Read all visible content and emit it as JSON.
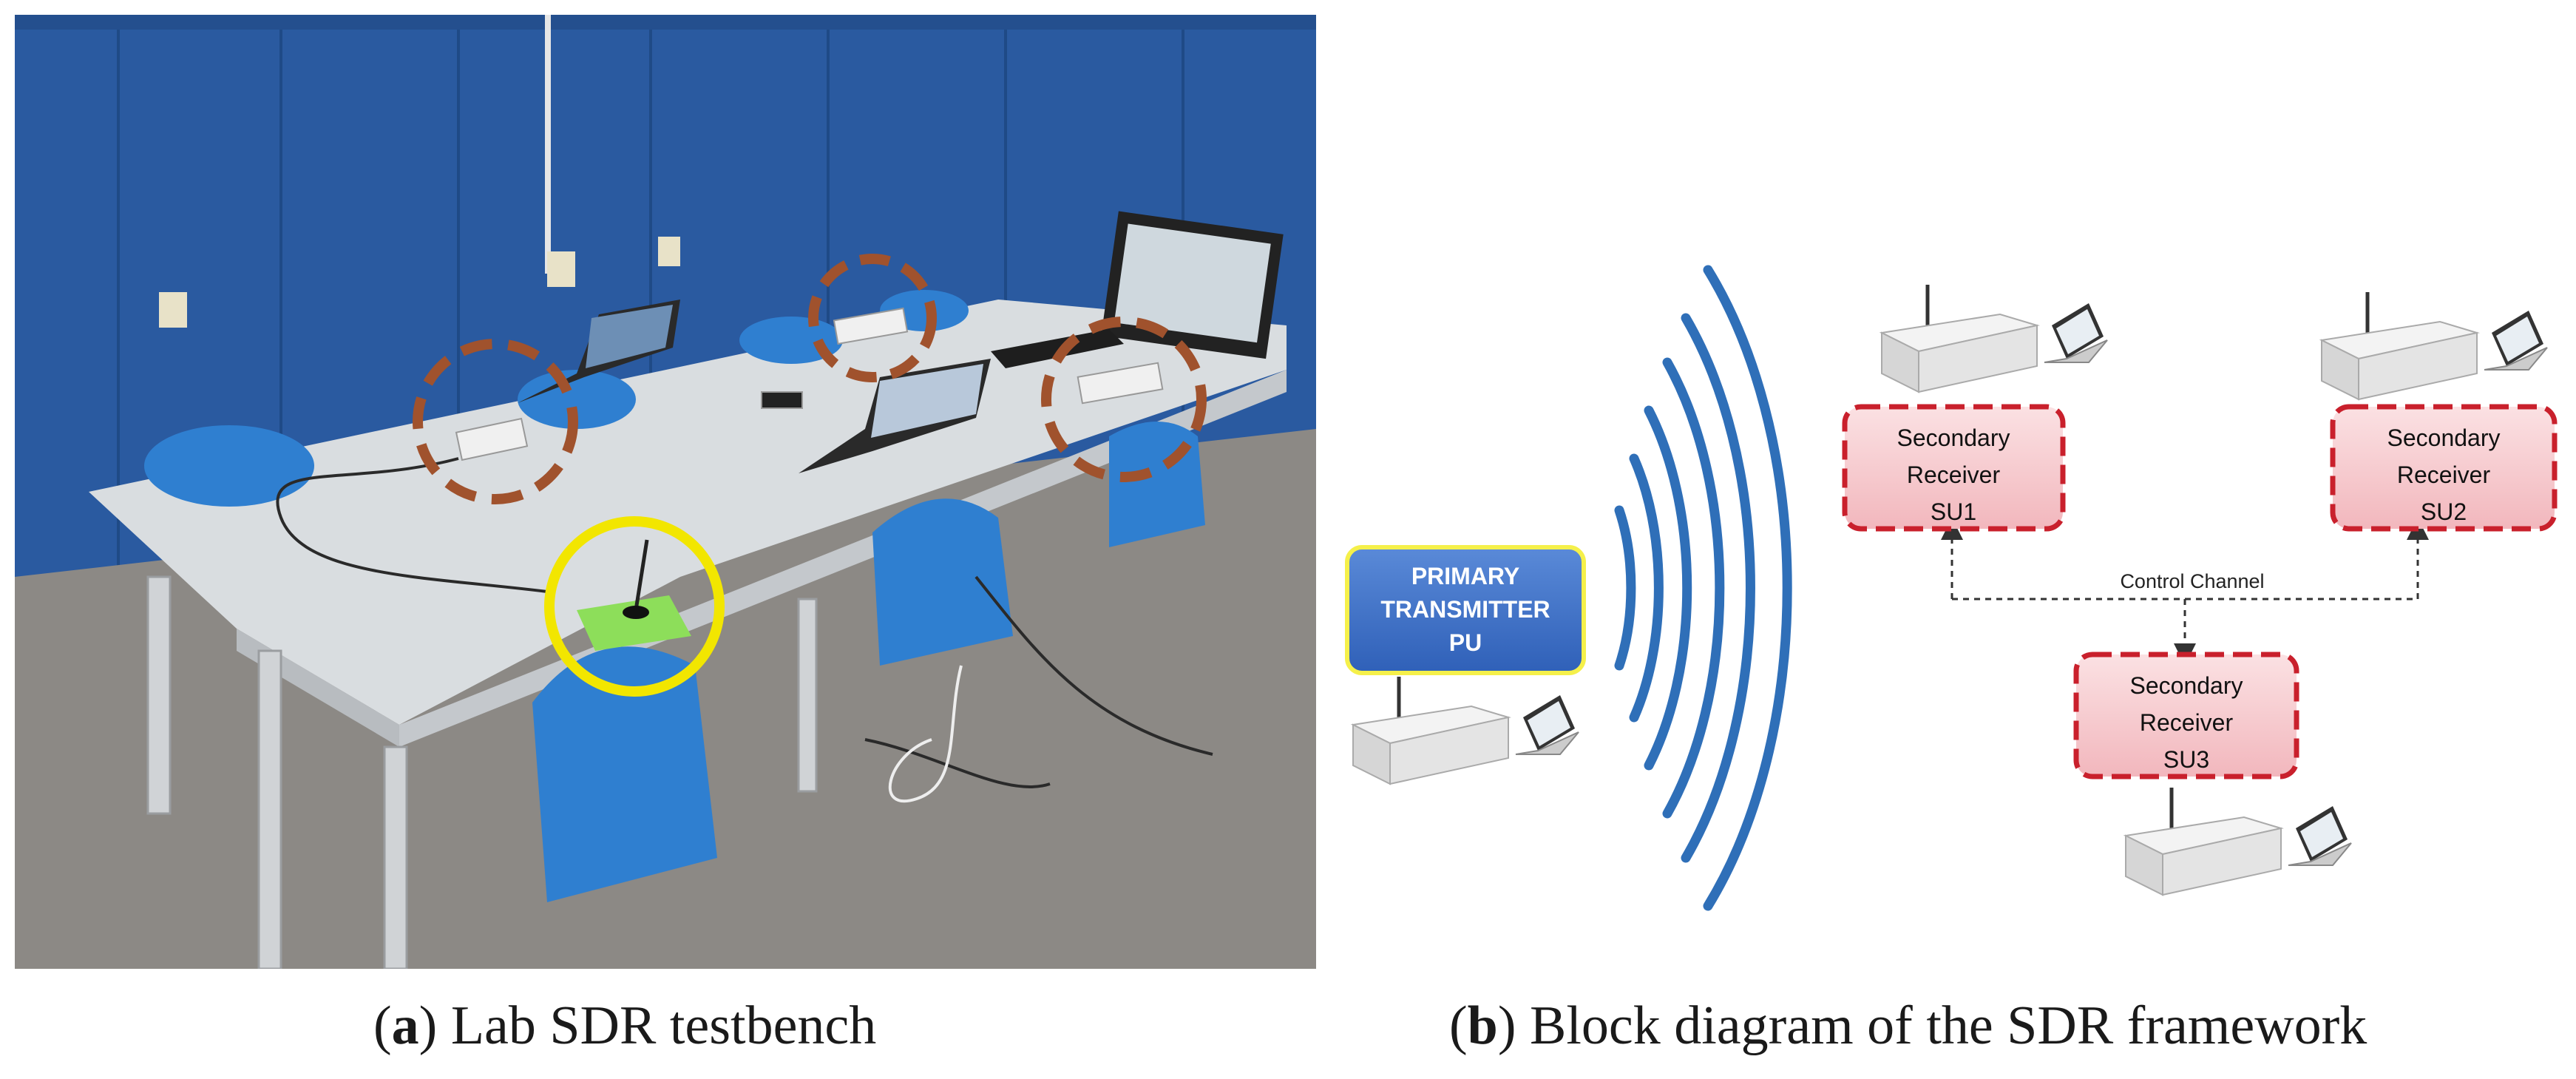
{
  "captions": {
    "a_letter": "a",
    "a_text": "Lab SDR testbench",
    "b_letter": "b",
    "b_text": "Block diagram of the SDR framework"
  },
  "diagram": {
    "primary": {
      "line1": "PRIMARY",
      "line2": "TRANSMITTER",
      "line3": "PU"
    },
    "su1": {
      "line1": "Secondary",
      "line2": "Receiver",
      "line3": "SU1"
    },
    "su2": {
      "line1": "Secondary",
      "line2": "Receiver",
      "line3": "SU2"
    },
    "su3": {
      "line1": "Secondary",
      "line2": "Receiver",
      "line3": "SU3"
    },
    "control_channel": "Control Channel"
  },
  "colors": {
    "wall": "#2a5aa0",
    "table": "#d9dde0",
    "floor": "#8c8985",
    "chair": "#2f7fd0",
    "marker_brown": "#a0522d",
    "marker_yellow": "#f2e600",
    "primary_fill": "#3f72c8",
    "primary_border": "#f5f04a",
    "secondary_fill": "#f7cdd1",
    "secondary_border": "#c9202c",
    "waves": "#2f6fb8"
  }
}
